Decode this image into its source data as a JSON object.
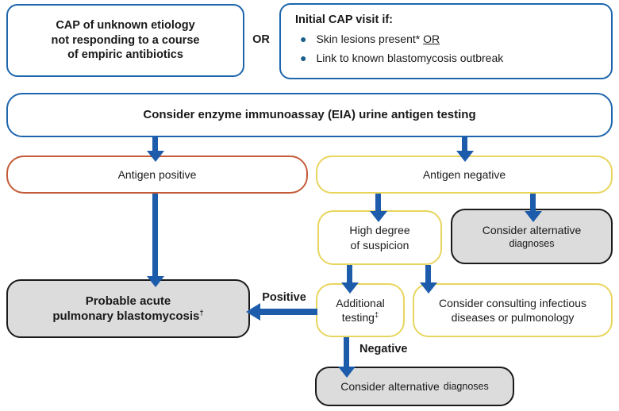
{
  "colors": {
    "blue_border": "#1d66ad",
    "arrow_blue": "#1d5cab",
    "yellow_border": "#e8d55e",
    "red_border": "#c35a38",
    "gray_fill": "#dcdcdc",
    "dark_border": "#1a1a1a",
    "bullet_color": "#1b5f8c"
  },
  "nodes": {
    "cap_unknown": {
      "lines": [
        "CAP of unknown etiology",
        "not responding to a course",
        "of empiric antibiotics"
      ]
    },
    "or_label": "OR",
    "initial_cap": {
      "title": "Initial CAP visit if:",
      "bullets": [
        {
          "text": "Skin lesions present* ",
          "or": "OR"
        },
        {
          "text": "Link to known blastomycosis outbreak",
          "or": ""
        }
      ]
    },
    "eia_banner": "Consider enzyme immunoassay (EIA) urine antigen testing",
    "antigen_positive": "Antigen positive",
    "antigen_negative": "Antigen negative",
    "high_degree": {
      "line1": "High degree",
      "line2": "of suspicion"
    },
    "consider_alt_upper": {
      "line1": "Consider alternative",
      "line2": "diagnoses"
    },
    "additional_testing": {
      "line1": "Additional",
      "line2": "testing",
      "sup": "‡"
    },
    "consider_consulting": {
      "line1": "Consider consulting infectious",
      "line2": "diseases or pulmonology"
    },
    "probable": {
      "line1": "Probable acute",
      "line2": "pulmonary blastomycosis",
      "sup": "†"
    },
    "positive_label": "Positive",
    "negative_label": "Negative",
    "consider_alt_bottom": {
      "main": "Consider alternative",
      "small": "diagnoses"
    }
  }
}
